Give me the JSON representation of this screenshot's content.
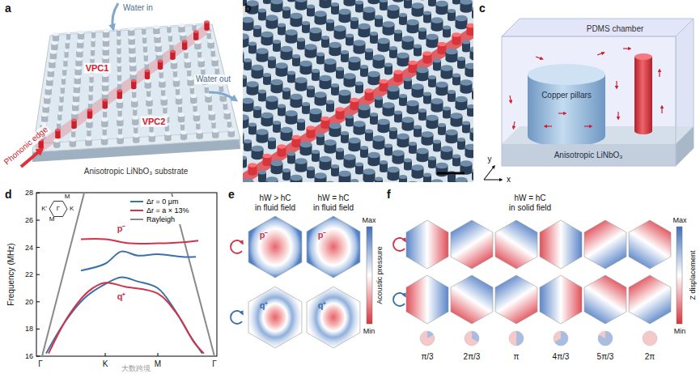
{
  "diagram": {
    "labels": [
      "a",
      "b",
      "c",
      "d",
      "e",
      "f",
      "Water in",
      "Water out",
      "VPC1",
      "VPC2",
      "Phononic edge",
      "Anisotropic LiNbO₃ substrate",
      "PDMS chamber",
      "Copper pillars",
      "Anisotropic LiNbO₃",
      "y",
      "x",
      "Frequency (MHz)",
      "28",
      "26",
      "24",
      "22",
      "20",
      "18",
      "16",
      "Γ",
      "K",
      "M",
      "Γ",
      "p⁻",
      "q⁺",
      "M",
      "K'",
      "K",
      "Γ",
      "M",
      "hW > hC",
      "in fluid field",
      "hW = hC",
      "in fluid field",
      "p⁻",
      "q⁺",
      "p⁻",
      "q⁺",
      "Max",
      "Acoustic pressure",
      "Min",
      "hW = hC",
      "in solid field",
      "Max",
      "Z displacement",
      "Min",
      "π/3",
      "2π/3",
      "π",
      "4π/3",
      "5π/3",
      "2π",
      "大数跨境"
    ],
    "legend": [
      {
        "text": "Δr = 0 μm"
      },
      {
        "text": "Δr = a × 13%"
      },
      {
        "text": "Rayleigh"
      }
    ]
  }
}
